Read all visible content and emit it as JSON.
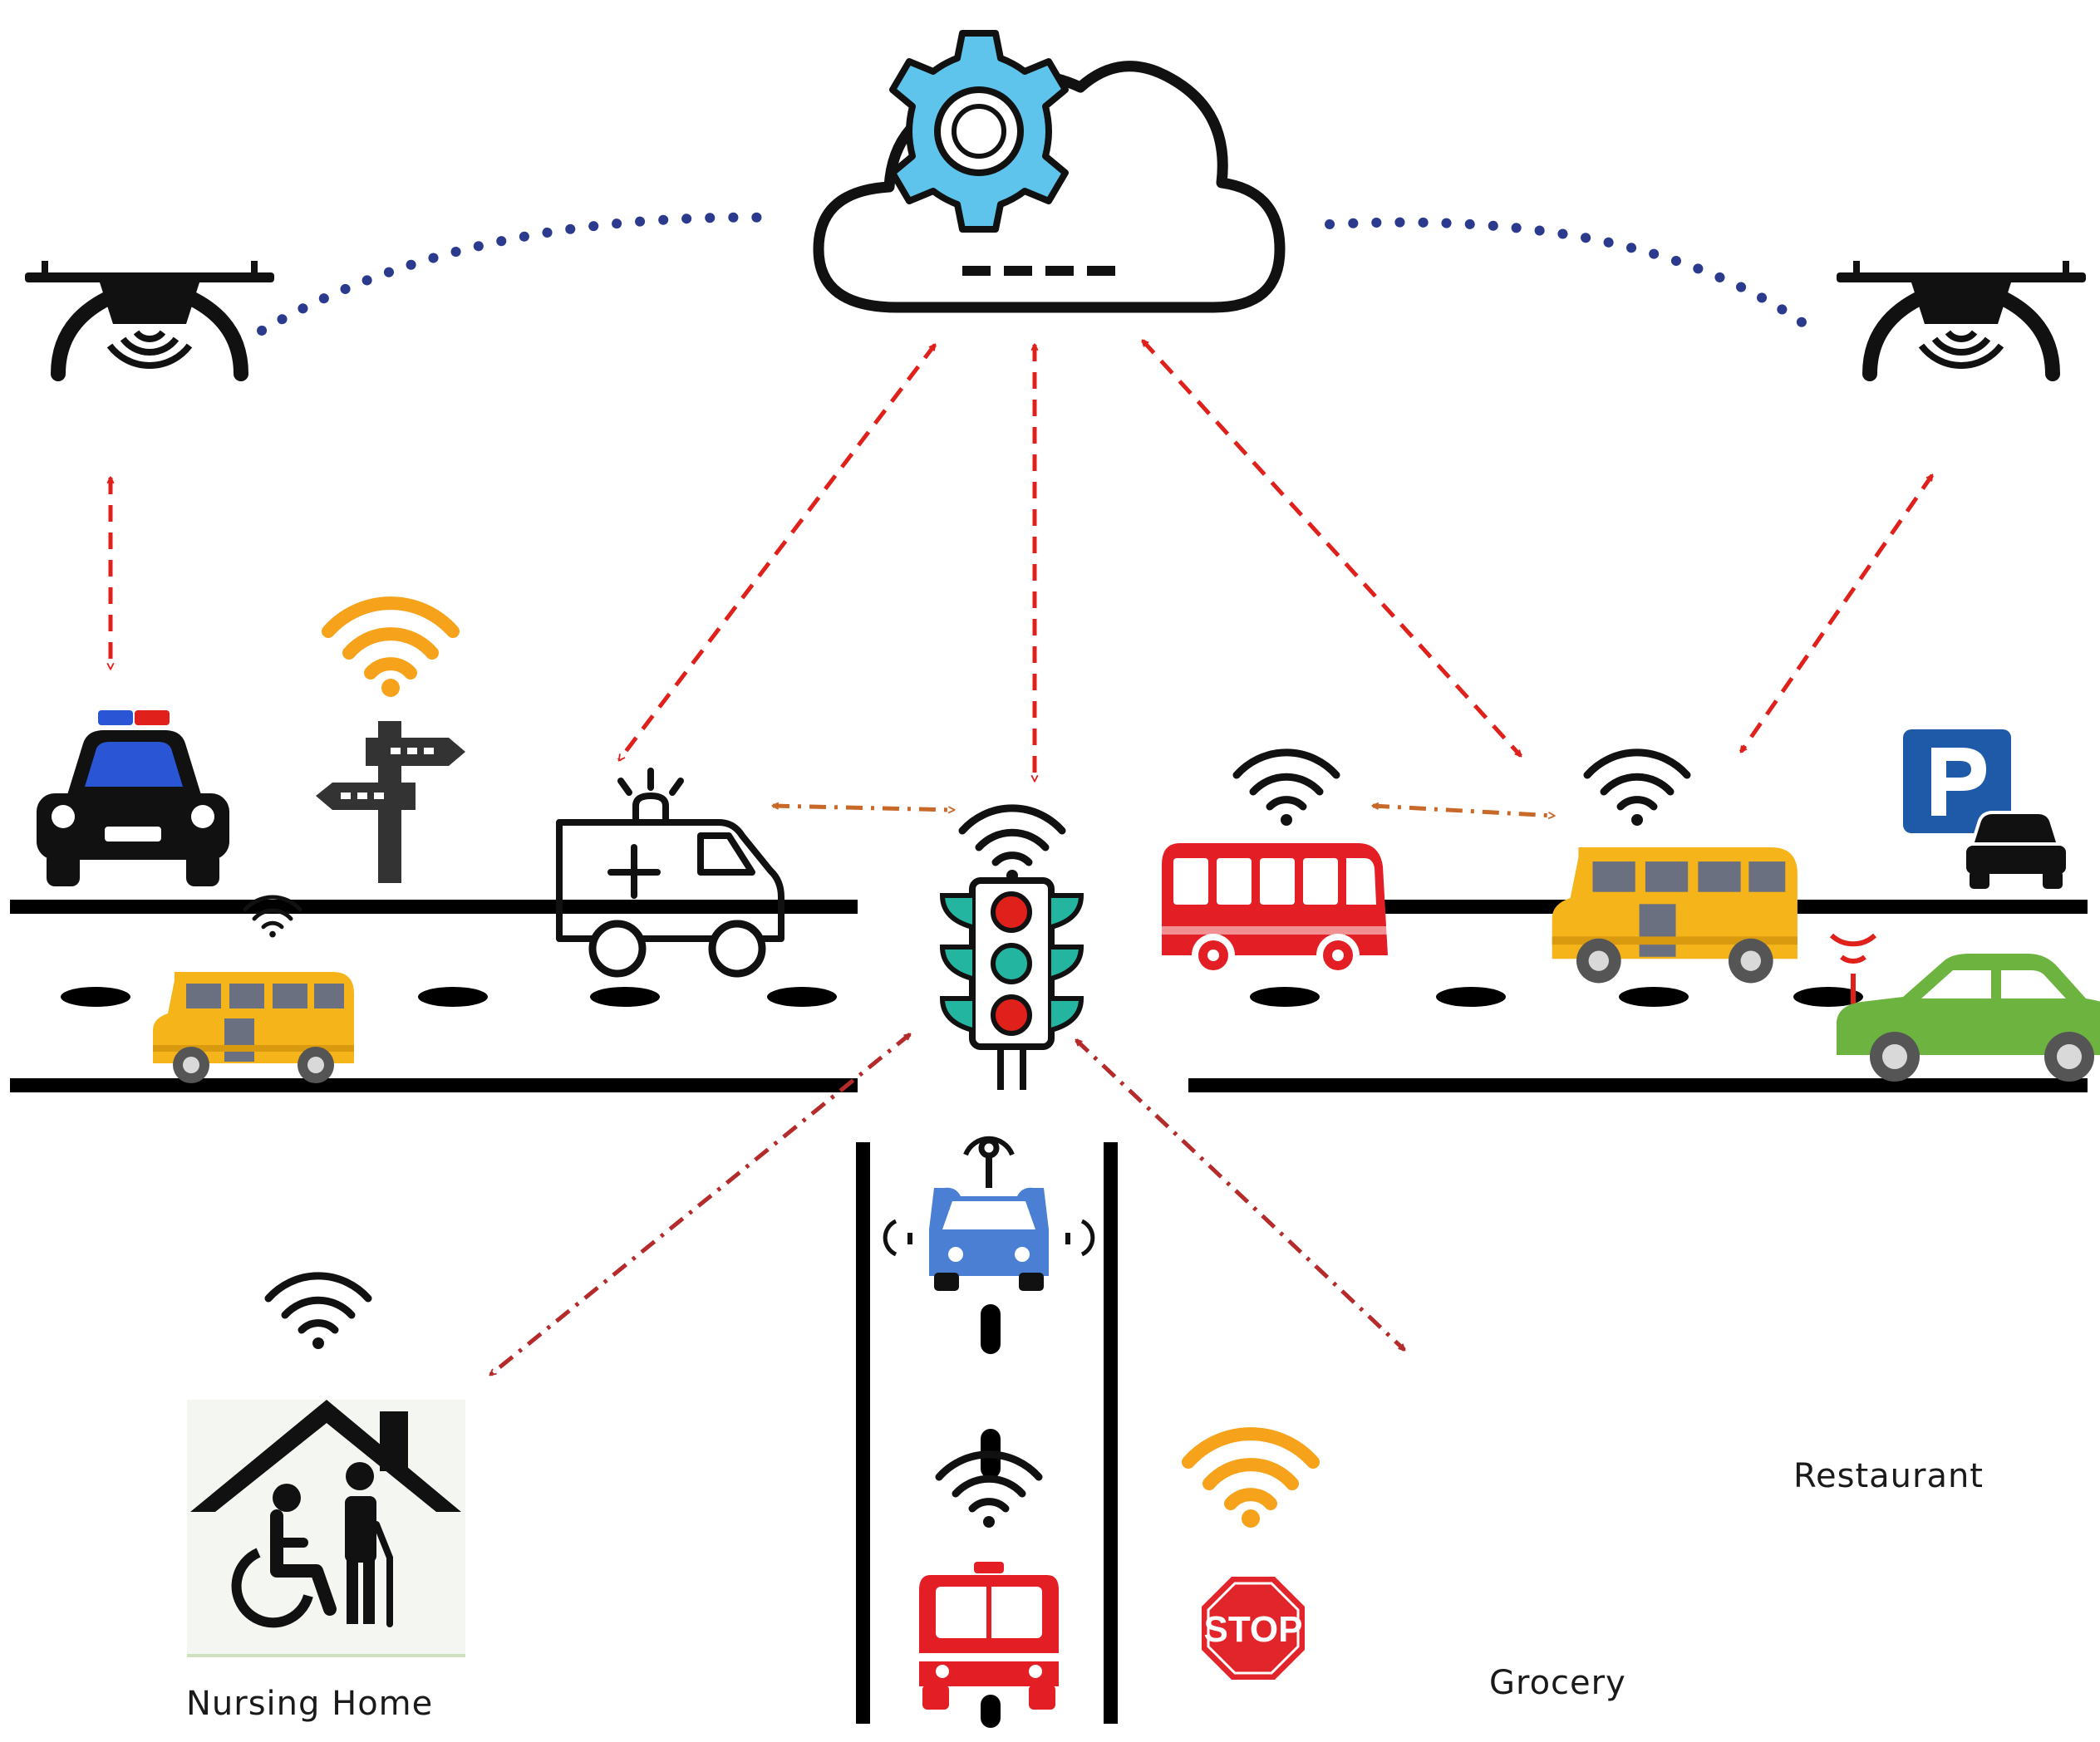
{
  "labels": {
    "nursing_home": "Nursing Home",
    "grocery": "Grocery",
    "restaurant": "Restaurant",
    "stop_sign": "STOP"
  },
  "icons": {
    "cloud": "cloud-gear-icon",
    "drone": "drone-icon",
    "police_car": "police-car-icon",
    "signpost": "signpost-icon",
    "ambulance": "ambulance-icon",
    "traffic_light": "traffic-light-icon",
    "bus": "bus-icon",
    "school_bus": "school-bus-icon",
    "parking": "parking-sign-icon",
    "car": "car-icon",
    "autonomous_car": "autonomous-car-icon",
    "house": "nursing-home-icon",
    "store": "grocery-store-icon",
    "restaurant": "restaurant-icon",
    "wifi": "wifi-icon"
  },
  "colors": {
    "link_red": "#e0201b",
    "link_orange": "#c8692a",
    "link_dots": "#2b3a8c",
    "wifi_orange": "#f7a21b",
    "gear_blue": "#5ec4ec",
    "bus_red": "#e31e24",
    "school_bus_yellow": "#f5b41a",
    "car_green": "#6db33f",
    "car_blue": "#4a7fd3",
    "parking_blue": "#1f5aa8",
    "road": "#000000"
  }
}
